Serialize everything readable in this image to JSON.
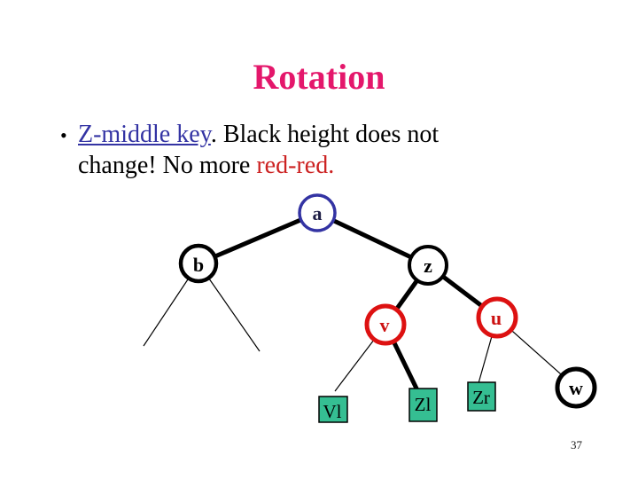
{
  "slide": {
    "title": "Rotation",
    "bullet": {
      "marker": "•",
      "link_text": "Z-middle key",
      "body_text": ". Black height does not change! No more ",
      "highlight_text": "red-red."
    },
    "page_number": "37"
  },
  "colors": {
    "title": "#E4176B",
    "link_blue": "#3333A3",
    "highlight_red": "#CC2222",
    "edge_black": "#000000",
    "node_blue_stroke": "#3333A3",
    "node_black_stroke": "#000000",
    "node_red_stroke": "#DD1111",
    "node_red_label": "#CC1111",
    "node_dark_label": "#1D1D45",
    "node_black_label": "#000000",
    "node_fill": "#FFFFFF",
    "subtree_fill": "#35BE92",
    "subtree_border": "#000000"
  },
  "tree": {
    "nodes": [
      {
        "id": "a",
        "label": "a"
      },
      {
        "id": "b",
        "label": "b"
      },
      {
        "id": "z",
        "label": "z"
      },
      {
        "id": "v",
        "label": "v"
      },
      {
        "id": "u",
        "label": "u"
      },
      {
        "id": "w",
        "label": "w"
      }
    ],
    "subtrees": [
      {
        "id": "vl",
        "label": "Vl"
      },
      {
        "id": "zl",
        "label": "Zl"
      },
      {
        "id": "zr",
        "label": "Zr"
      }
    ]
  }
}
